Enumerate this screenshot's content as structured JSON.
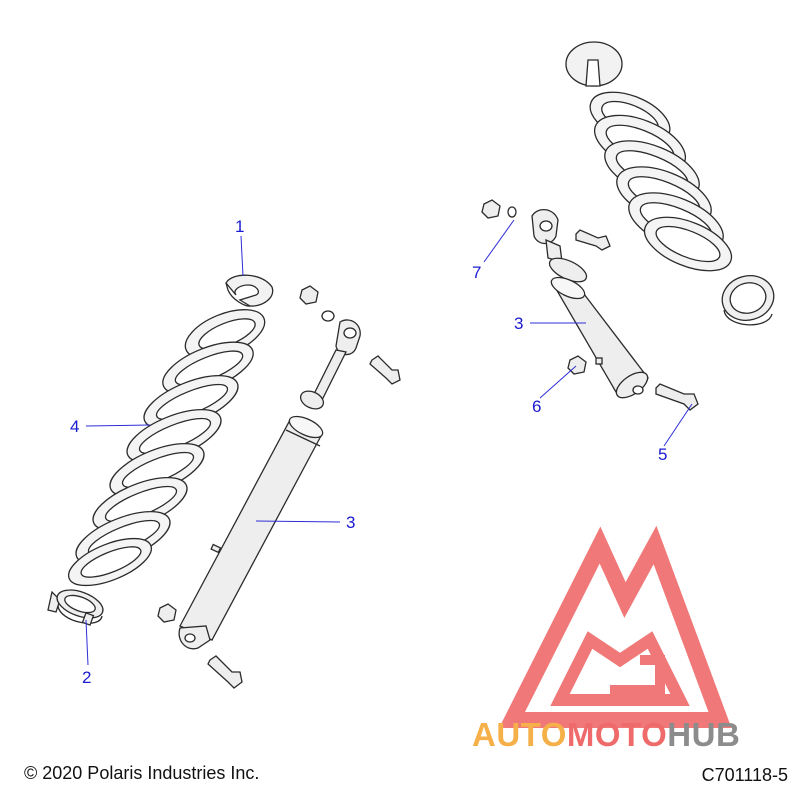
{
  "colors": {
    "callout": "#1a1ad0",
    "leader": "#2d2dd6",
    "line_art": "#2b2b2b",
    "part_fill": "#f2f2f2",
    "watermark_red": "#ef6a6a",
    "watermark_orange": "#f6b04a",
    "watermark_gray": "#8c8c8c"
  },
  "callouts": {
    "c1": "1",
    "c2": "2",
    "c3a": "3",
    "c4": "4",
    "c3b": "3",
    "c5": "5",
    "c6": "6",
    "c7": "7"
  },
  "watermark": {
    "part1": "AUTO",
    "part2": "MOTO",
    "part3": "HUB"
  },
  "footer": {
    "copyright": "© 2020 Polaris Industries Inc.",
    "drawing_id": "C701118-5"
  }
}
